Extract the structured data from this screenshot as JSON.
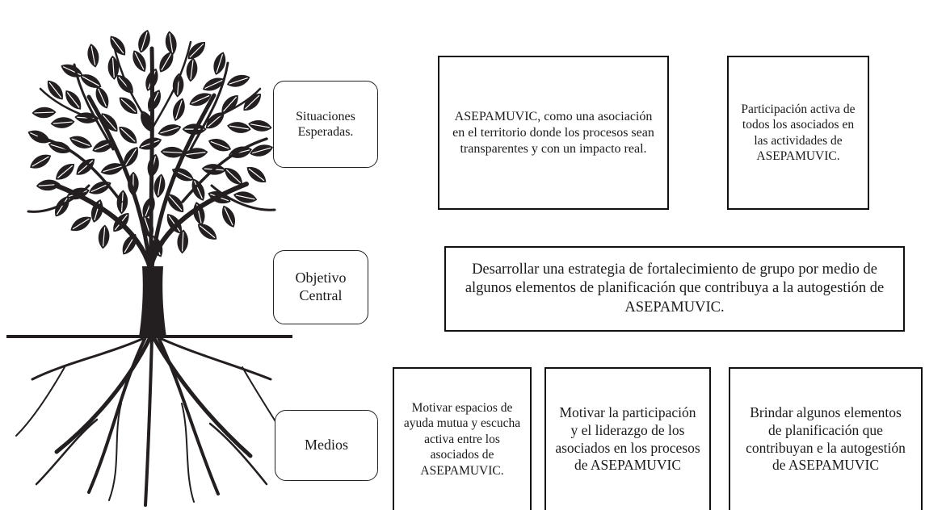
{
  "labels": {
    "situaciones": "Situaciones Esperadas.",
    "objetivo": "Objetivo Central",
    "medios": "Medios"
  },
  "situaciones_boxes": [
    "ASEPAMUVIC, como una asociación en el territorio donde los procesos sean transparentes y con un impacto real.",
    "Participación activa de todos los asociados en las actividades de ASEPAMUVIC."
  ],
  "objetivo_box": "Desarrollar una estrategia de fortalecimiento de grupo por medio de algunos elementos de planificación que contribuya a la autogestión de ASEPAMUVIC.",
  "medios_boxes": [
    "Motivar espacios de ayuda mutua y escucha activa entre los asociados de ASEPAMUVIC.",
    "Motivar la participación  y el liderazgo de los asociados en los procesos de ASEPAMUVIC",
    "Brindar algunos elementos de planificación que contribuyan e la autogestión de ASEPAMUVIC"
  ],
  "colors": {
    "tree": "#231f20",
    "border": "#111111"
  }
}
